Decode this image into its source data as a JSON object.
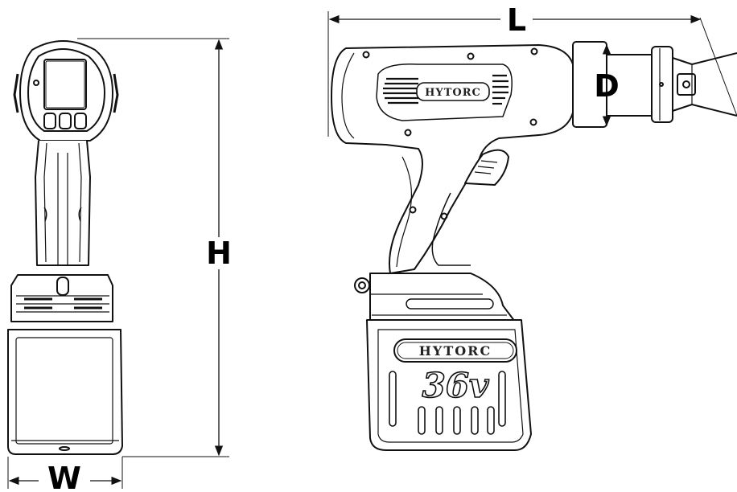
{
  "dimensions": {
    "length": "L",
    "height": "H",
    "width": "W",
    "diameter": "D"
  },
  "branding": {
    "tool_logo": "HYTORC",
    "battery_logo": "HYTORC",
    "battery_voltage": "36v"
  },
  "colors": {
    "line": "#111111",
    "background": "#ffffff"
  }
}
